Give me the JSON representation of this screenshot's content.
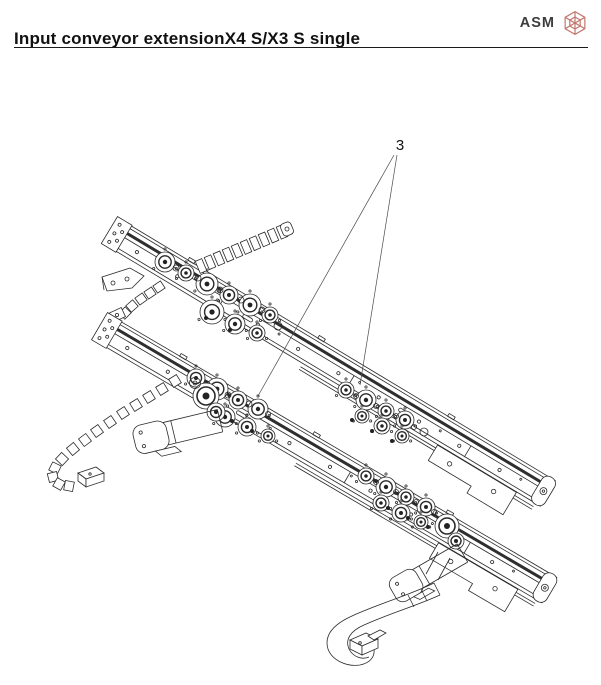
{
  "header": {
    "title": "Input conveyor extensionX4 S/X3 S single",
    "brand": "ASM"
  },
  "figure": {
    "callout_label": "3"
  },
  "colors": {
    "logo_accent": "#c1766d",
    "ink": "#111111",
    "rule": "#1a1a1a",
    "drawing_line": "#2a2a2a",
    "leader_line": "#4a4a4a",
    "belt": "#2e2e2e"
  }
}
